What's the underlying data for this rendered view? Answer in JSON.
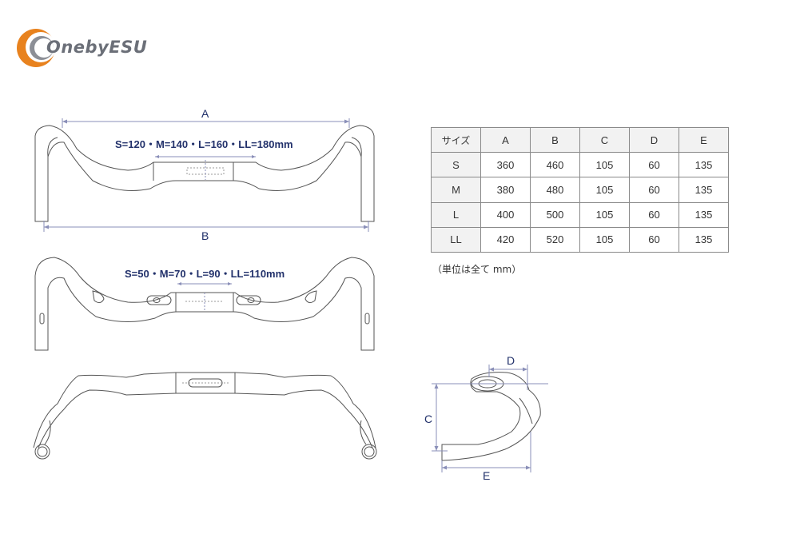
{
  "logo": {
    "text": "OnebyESU",
    "colors": {
      "orange": "#e8821e",
      "gray": "#8c8f96"
    }
  },
  "top_view": {
    "dim_a_label": "A",
    "dim_b_label": "B",
    "clamp_width_text": "S=120・M=140・L=160・LL=180mm"
  },
  "middle_view": {
    "clamp_width_text": "S=50・M=70・L=90・LL=110mm"
  },
  "side_view": {
    "dim_c_label": "C",
    "dim_d_label": "D",
    "dim_e_label": "E"
  },
  "size_table": {
    "columns": [
      "サイズ",
      "A",
      "B",
      "C",
      "D",
      "E"
    ],
    "rows": [
      [
        "S",
        "360",
        "460",
        "105",
        "60",
        "135"
      ],
      [
        "M",
        "380",
        "480",
        "105",
        "60",
        "135"
      ],
      [
        "L",
        "400",
        "500",
        "105",
        "60",
        "135"
      ],
      [
        "LL",
        "420",
        "520",
        "105",
        "60",
        "135"
      ]
    ]
  },
  "unit_note": "（単位は全て mm）",
  "colors": {
    "dimension": "#22316b",
    "outline": "#555555",
    "guide": "#8a8fb8"
  }
}
